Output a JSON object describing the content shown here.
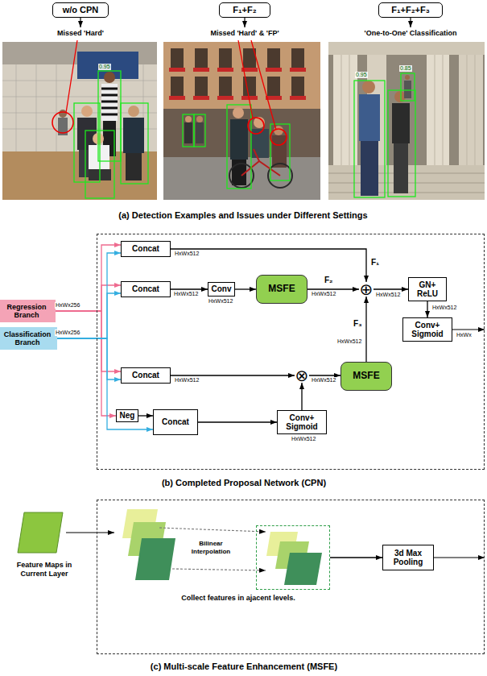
{
  "diagram": {
    "nodes": [
      {
        "text": [
          "w/o CPN"
        ]
      },
      {
        "text": [
          "F₁+F₂"
        ]
      },
      {
        "text": [
          "F₁+F₂+F₃"
        ]
      },
      {
        "text": [
          "Regression Branch"
        ]
      },
      {
        "text": [
          "Classification Branch"
        ]
      },
      {
        "text": [
          "(b) Completed Proposal Network (CPN)"
        ]
      },
      {
        "text": [
          "Concat"
        ],
        "in": 5
      },
      {
        "text": [
          "Concat"
        ],
        "in": 5
      },
      {
        "text": [
          "Conv"
        ],
        "in": 5
      },
      {
        "text": [
          "MSFE"
        ],
        "in": 5
      },
      {
        "text": [
          "⊕"
        ],
        "in": 5
      },
      {
        "text": [
          "GN+ ReLU"
        ],
        "in": 5
      },
      {
        "text": [
          "Conv+ Sigmoid"
        ],
        "in": 5
      },
      {
        "text": [
          "Concat"
        ],
        "in": 5
      },
      {
        "text": [
          "⊗"
        ],
        "in": 5
      },
      {
        "text": [
          "MSFE"
        ],
        "in": 5
      },
      {
        "text": [
          "Neg"
        ],
        "in": 5
      },
      {
        "text": [
          "Concat"
        ],
        "in": 5
      },
      {
        "text": [
          "Conv+ Sigmoid"
        ],
        "in": 5
      },
      {
        "text": [
          "(c) Multi-scale Feature Enhancement (MSFE)"
        ]
      },
      {
        "text": [
          "Collect features in ajacent levels."
        ],
        "in": 19
      },
      {
        "text": [
          "3d Max Pooling"
        ],
        "in": 19
      }
    ],
    "edges": [
      {
        "from": 3,
        "to": 6,
        "arrow": "to"
      },
      {
        "from": 3,
        "to": 7,
        "arrow": "to"
      },
      {
        "from": 3,
        "to": 13,
        "arrow": "to"
      },
      {
        "from": 3,
        "to": 16,
        "arrow": "to"
      },
      {
        "from": 4,
        "to": 6,
        "arrow": "to"
      },
      {
        "from": 4,
        "to": 7,
        "arrow": "to"
      },
      {
        "from": 4,
        "to": 13,
        "arrow": "to"
      },
      {
        "from": 4,
        "to": 17,
        "arrow": "to"
      },
      {
        "from": 16,
        "to": 17,
        "arrow": "to"
      },
      {
        "from": 6,
        "to": 10,
        "label": "F₁",
        "arrow": "to"
      },
      {
        "from": 7,
        "to": 8,
        "arrow": "to"
      },
      {
        "from": 8,
        "to": 9,
        "arrow": "to"
      },
      {
        "from": 9,
        "to": 10,
        "label": "F₂",
        "arrow": "to"
      },
      {
        "from": 10,
        "to": 11,
        "arrow": "to"
      },
      {
        "from": 11,
        "to": 12,
        "arrow": "to"
      },
      {
        "from": 13,
        "to": 14,
        "arrow": "to"
      },
      {
        "from": 17,
        "to": 18,
        "arrow": "to"
      },
      {
        "from": 18,
        "to": 14,
        "arrow": "to"
      },
      {
        "from": 14,
        "to": 15,
        "arrow": "to"
      },
      {
        "from": 15,
        "to": 10,
        "label": "F₃",
        "arrow": "to"
      },
      {
        "from": 20,
        "to": 21,
        "arrow": "to"
      }
    ],
    "labels": [
      "Missed 'Hard'",
      "Missed 'Hard' & 'FP'",
      "'One-to-One' Classification",
      "0.95",
      "0.85",
      "0.95",
      "(a) Detection Examples and Issues under Different Settings",
      "HxWx256",
      "HxWx256",
      "HxWx512",
      "HxWx512",
      "HxWx512",
      "HxWx512",
      "HxWx512",
      "HxWx512",
      "HxWx512",
      "HxWx",
      "HxWx512",
      "HxWx512",
      "HxWx512",
      "Feature Maps in Current Layer",
      "Bilinear Interpolation"
    ]
  }
}
